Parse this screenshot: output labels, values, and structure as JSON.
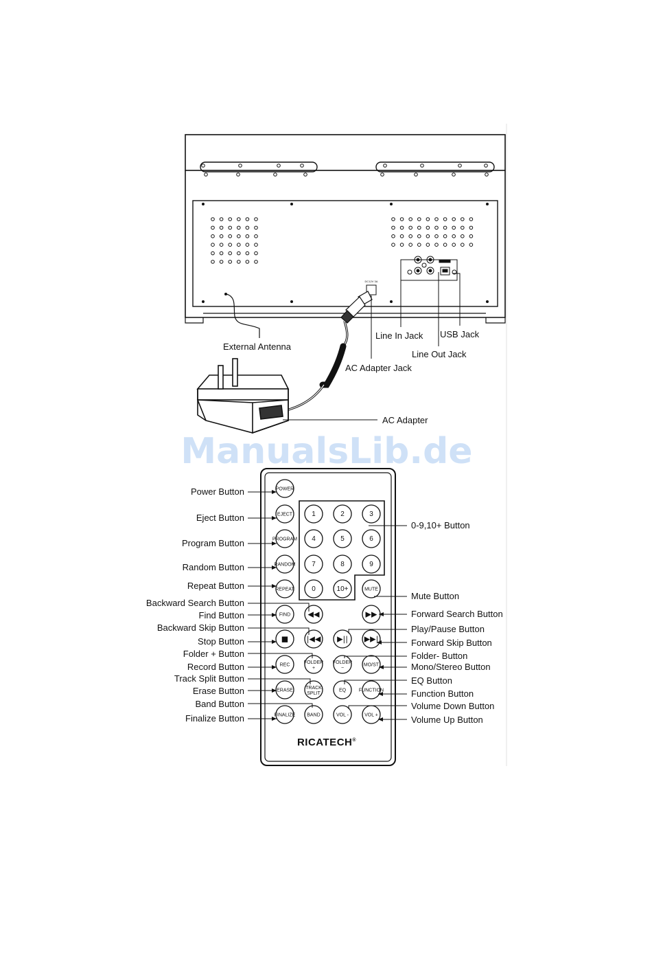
{
  "watermark": "ManualsLib.de",
  "unit_labels": {
    "external_antenna": "External Antenna",
    "line_in_jack": "Line In Jack",
    "usb_jack": "USB Jack",
    "line_out_jack": "Line Out Jack",
    "ac_adapter_jack": "AC Adapter Jack",
    "ac_adapter": "AC Adapter",
    "dc_input": "DC12V 3A"
  },
  "remote": {
    "brand": "RICATECH",
    "registered": "®",
    "buttons": {
      "power": "POWER",
      "eject": "EJECT",
      "program": "PROGRAM",
      "random": "RANDOM",
      "repeat": "REPEAT",
      "mute": "MUTE",
      "find": "FIND",
      "rec": "REC",
      "folder_plus": "FOLDER",
      "folder_plus_sign": "+",
      "folder_minus": "FOLDER",
      "folder_minus_sign": "−",
      "mono_st": "MO/ST",
      "erase": "ERASE",
      "track_split_1": "TRACK",
      "track_split_2": "SPLIT",
      "eq": "EQ",
      "function": "FUNCTION",
      "finalize": "FINALIZE",
      "band": "BAND",
      "vol_minus": "VOL -",
      "vol_plus": "VOL +",
      "num_1": "1",
      "num_2": "2",
      "num_3": "3",
      "num_4": "4",
      "num_5": "5",
      "num_6": "6",
      "num_7": "7",
      "num_8": "8",
      "num_9": "9",
      "num_0": "0",
      "num_10plus": "10+"
    },
    "icons": {
      "backward_search": "rewind-icon",
      "forward_search": "fast-forward-icon",
      "stop": "stop-icon",
      "backward_skip": "skip-back-icon",
      "play_pause": "play-pause-icon",
      "forward_skip": "skip-forward-icon"
    },
    "left_labels": {
      "power": "Power Button",
      "eject": "Eject Button",
      "program": "Program Button",
      "random": "Random Button",
      "repeat": "Repeat Button",
      "backward_search": "Backward Search Button",
      "find": "Find Button",
      "backward_skip": "Backward Skip Button",
      "stop": "Stop Button",
      "folder_plus": "Folder + Button",
      "record": "Record Button",
      "track_split": "Track Split Button",
      "erase": "Erase Button",
      "band": "Band Button",
      "finalize": "Finalize Button"
    },
    "right_labels": {
      "numbers": "0-9,10+ Button",
      "mute": "Mute Button",
      "forward_search": "Forward Search Button",
      "play_pause": "Play/Pause Button",
      "forward_skip": "Forward Skip Button",
      "folder_minus": "Folder- Button",
      "mono_stereo": "Mono/Stereo Button",
      "eq": "EQ Button",
      "function": "Function Button",
      "volume_down": "Volume Down Button",
      "volume_up": "Volume Up Button"
    }
  },
  "colors": {
    "line": "#111111",
    "watermark": "#cfe1f7",
    "background": "#ffffff"
  }
}
